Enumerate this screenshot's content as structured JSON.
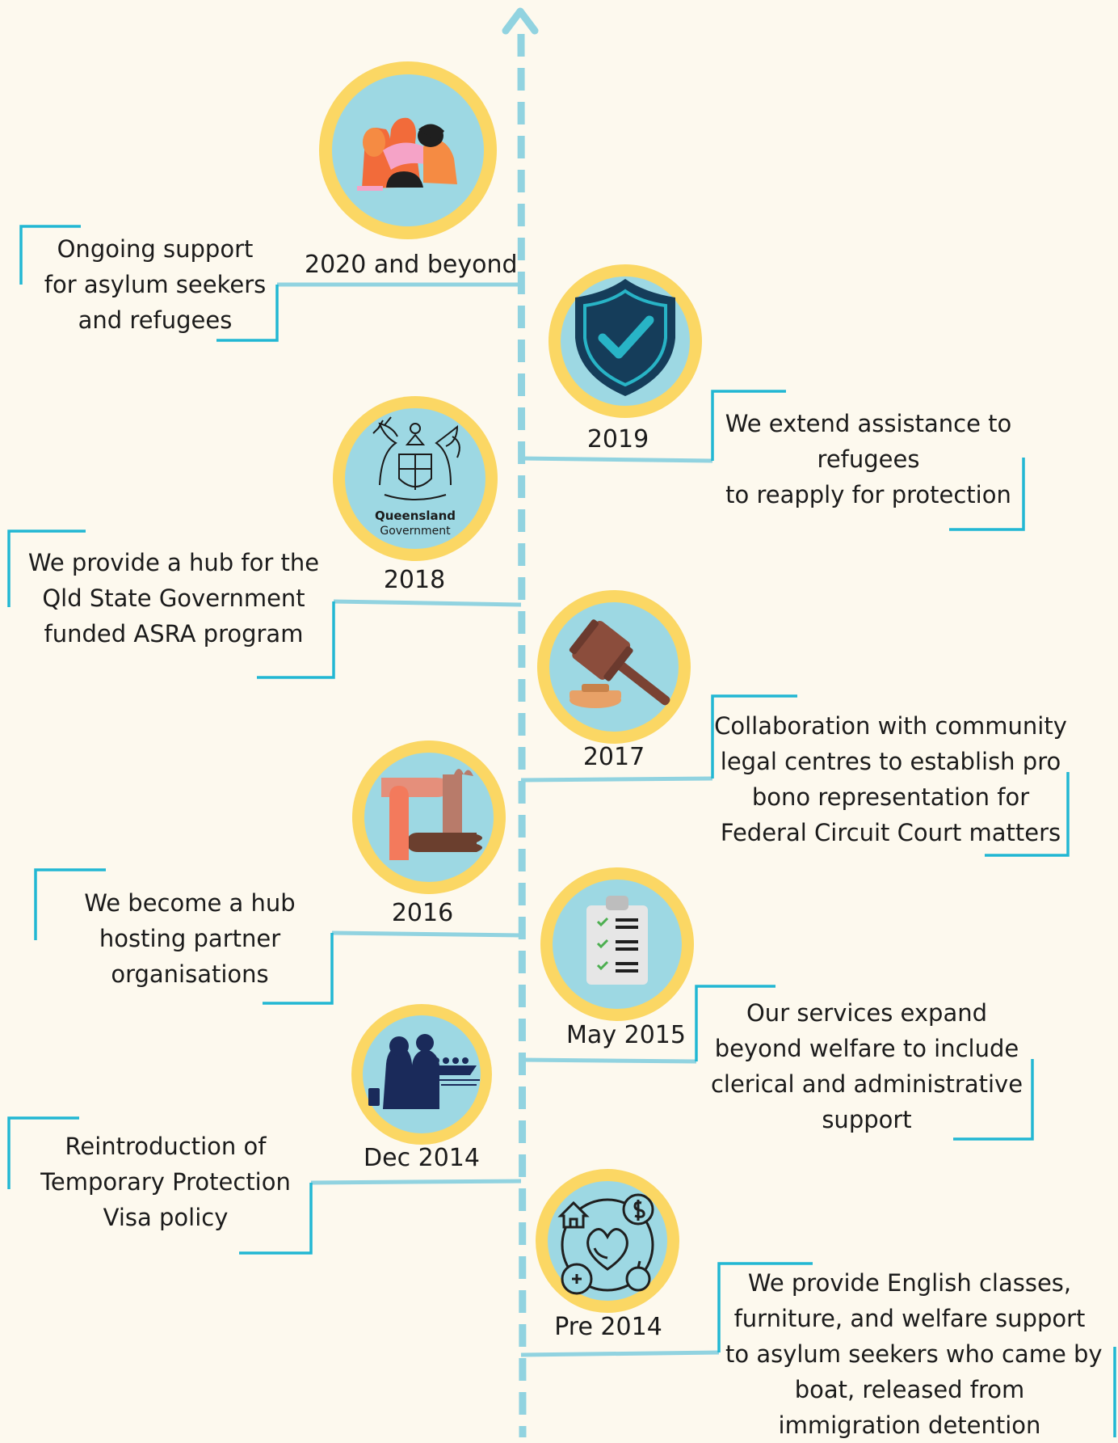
{
  "timeline": {
    "colors": {
      "background": "#fdf9ee",
      "axis": "#91d3e0",
      "connector": "#91d3e0",
      "bracket": "#22b7d3",
      "ring": "#fbd764",
      "disc": "#9dd8e3"
    },
    "events": [
      {
        "year": "2020 and beyond",
        "icon": "group-of-people-icon",
        "lines": [
          "Ongoing support",
          "for asylum seekers",
          "and refugees"
        ]
      },
      {
        "year": "2019",
        "icon": "shield-check-icon",
        "lines": [
          "We extend assistance to",
          "refugees",
          "to reapply for protection"
        ]
      },
      {
        "year": "2018",
        "icon": "queensland-government-crest-icon",
        "crest_text_1": "Queensland",
        "crest_text_2": "Government",
        "lines": [
          "We provide a hub for the",
          "Qld State Government",
          "funded ASRA program"
        ]
      },
      {
        "year": "2017",
        "icon": "gavel-icon",
        "lines": [
          "Collaboration with community",
          "legal centres to establish pro",
          "bono representation for",
          "Federal Circuit Court matters"
        ]
      },
      {
        "year": "2016",
        "icon": "joined-hands-icon",
        "lines": [
          "We become a hub",
          "hosting partner",
          "organisations"
        ]
      },
      {
        "year": "May 2015",
        "icon": "checklist-clipboard-icon",
        "lines": [
          "Our services expand",
          "beyond welfare to include",
          "clerical and administrative",
          "support"
        ]
      },
      {
        "year": "Dec 2014",
        "icon": "refugee-family-boat-icon",
        "lines": [
          "Reintroduction of",
          "Temporary Protection",
          "Visa policy"
        ]
      },
      {
        "year": "Pre 2014",
        "icon": "welfare-cycle-icon",
        "lines": [
          "We provide English classes,",
          "furniture, and welfare support",
          "to asylum seekers who came by",
          "boat, released from",
          "immigration detention"
        ]
      }
    ]
  }
}
